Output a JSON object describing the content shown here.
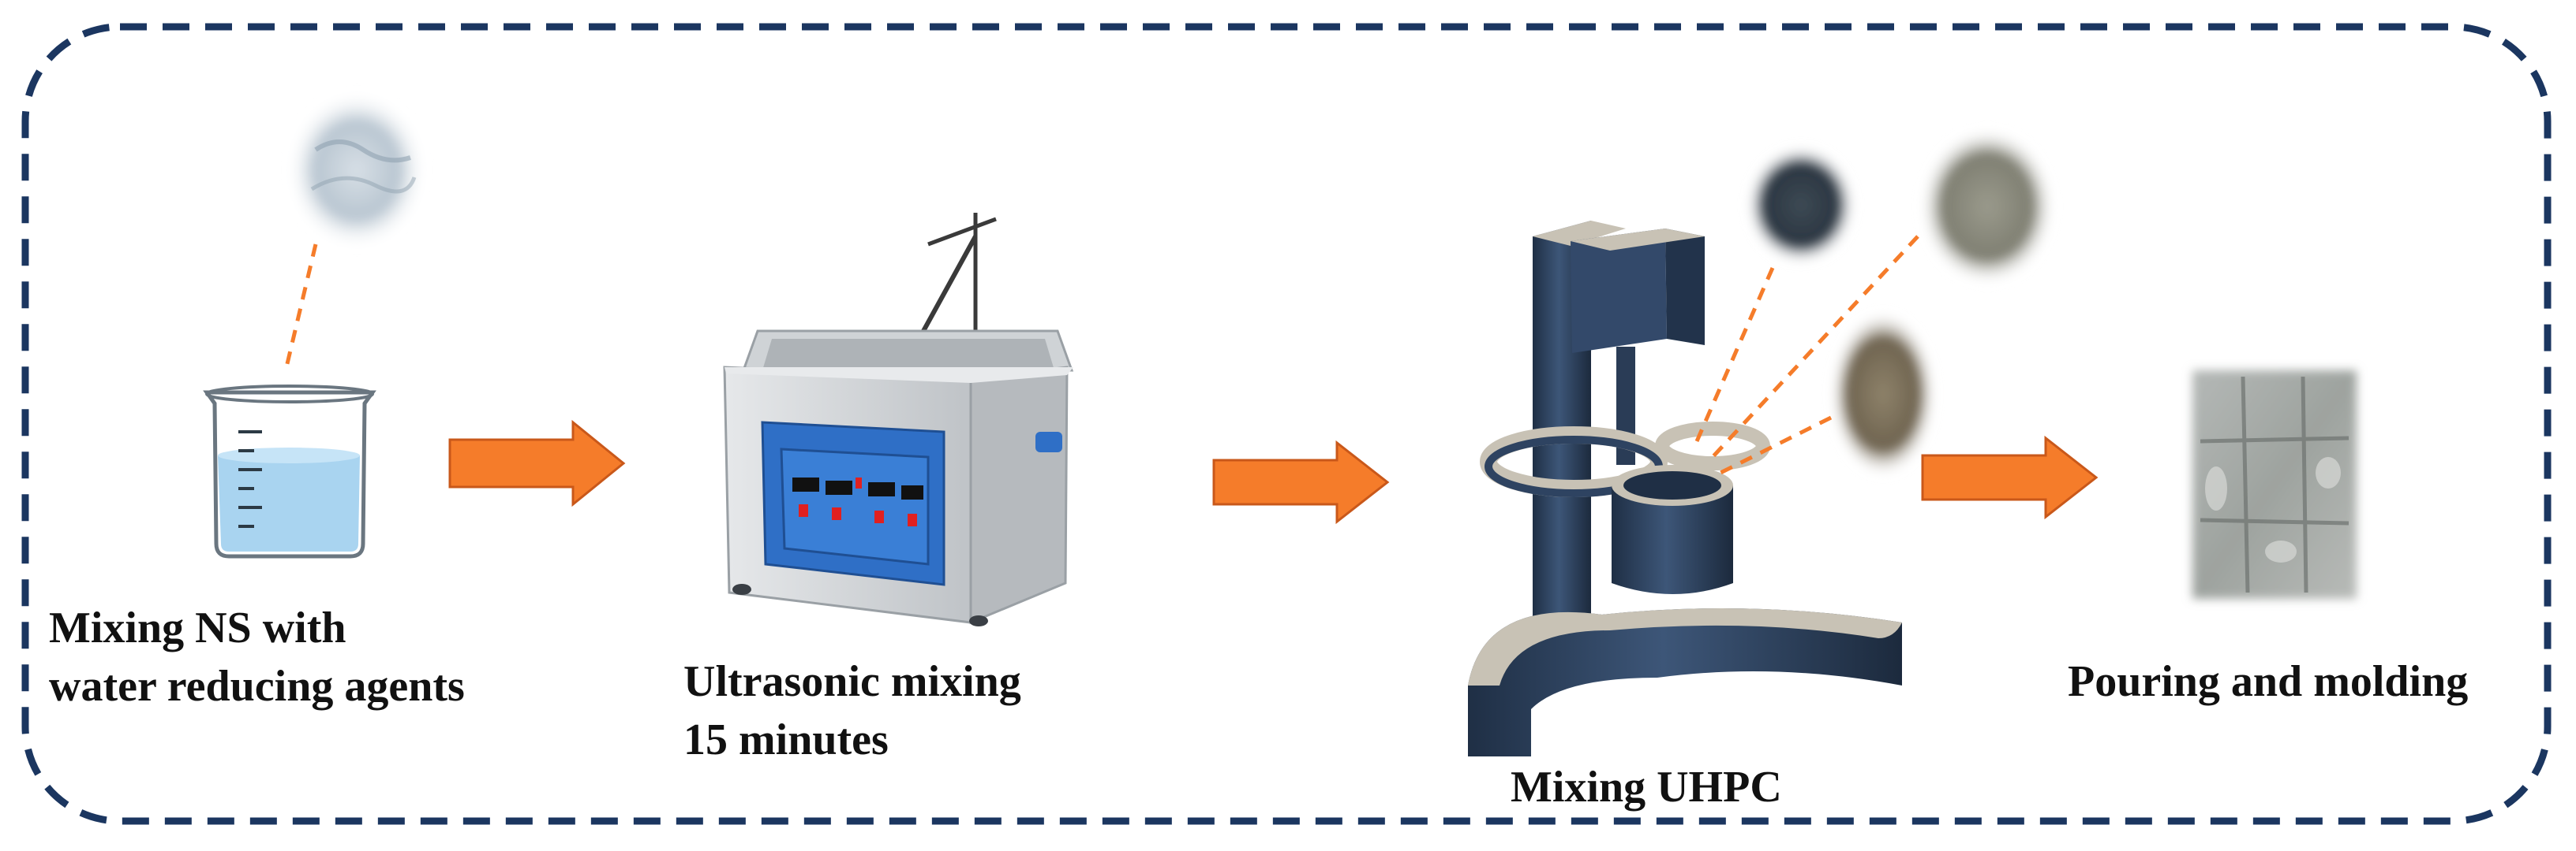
{
  "steps": [
    {
      "id": "step1",
      "lines": [
        "Mixing NS with",
        "water reducing agents"
      ]
    },
    {
      "id": "step2",
      "lines": [
        "Ultrasonic mixing",
        "15 minutes"
      ]
    },
    {
      "id": "step3",
      "lines": [
        "Mixing UHPC"
      ]
    },
    {
      "id": "step4",
      "lines": [
        "Pouring and molding"
      ]
    }
  ],
  "colors": {
    "border": "#1b3660",
    "arrow": "#f57c2a",
    "leader": "#f57c2a",
    "water": "#a9d4f0",
    "bath_body": "#d8dadd",
    "bath_panel": "#2f6fc6",
    "mixer_body": "#2e4361",
    "mixer_cap": "#c8c2b5"
  },
  "icons": [
    "beaker-icon",
    "powder-icon",
    "ultrasonic-bath-icon",
    "mixer-icon",
    "molded-sample-icon",
    "arrow-right-icon"
  ]
}
